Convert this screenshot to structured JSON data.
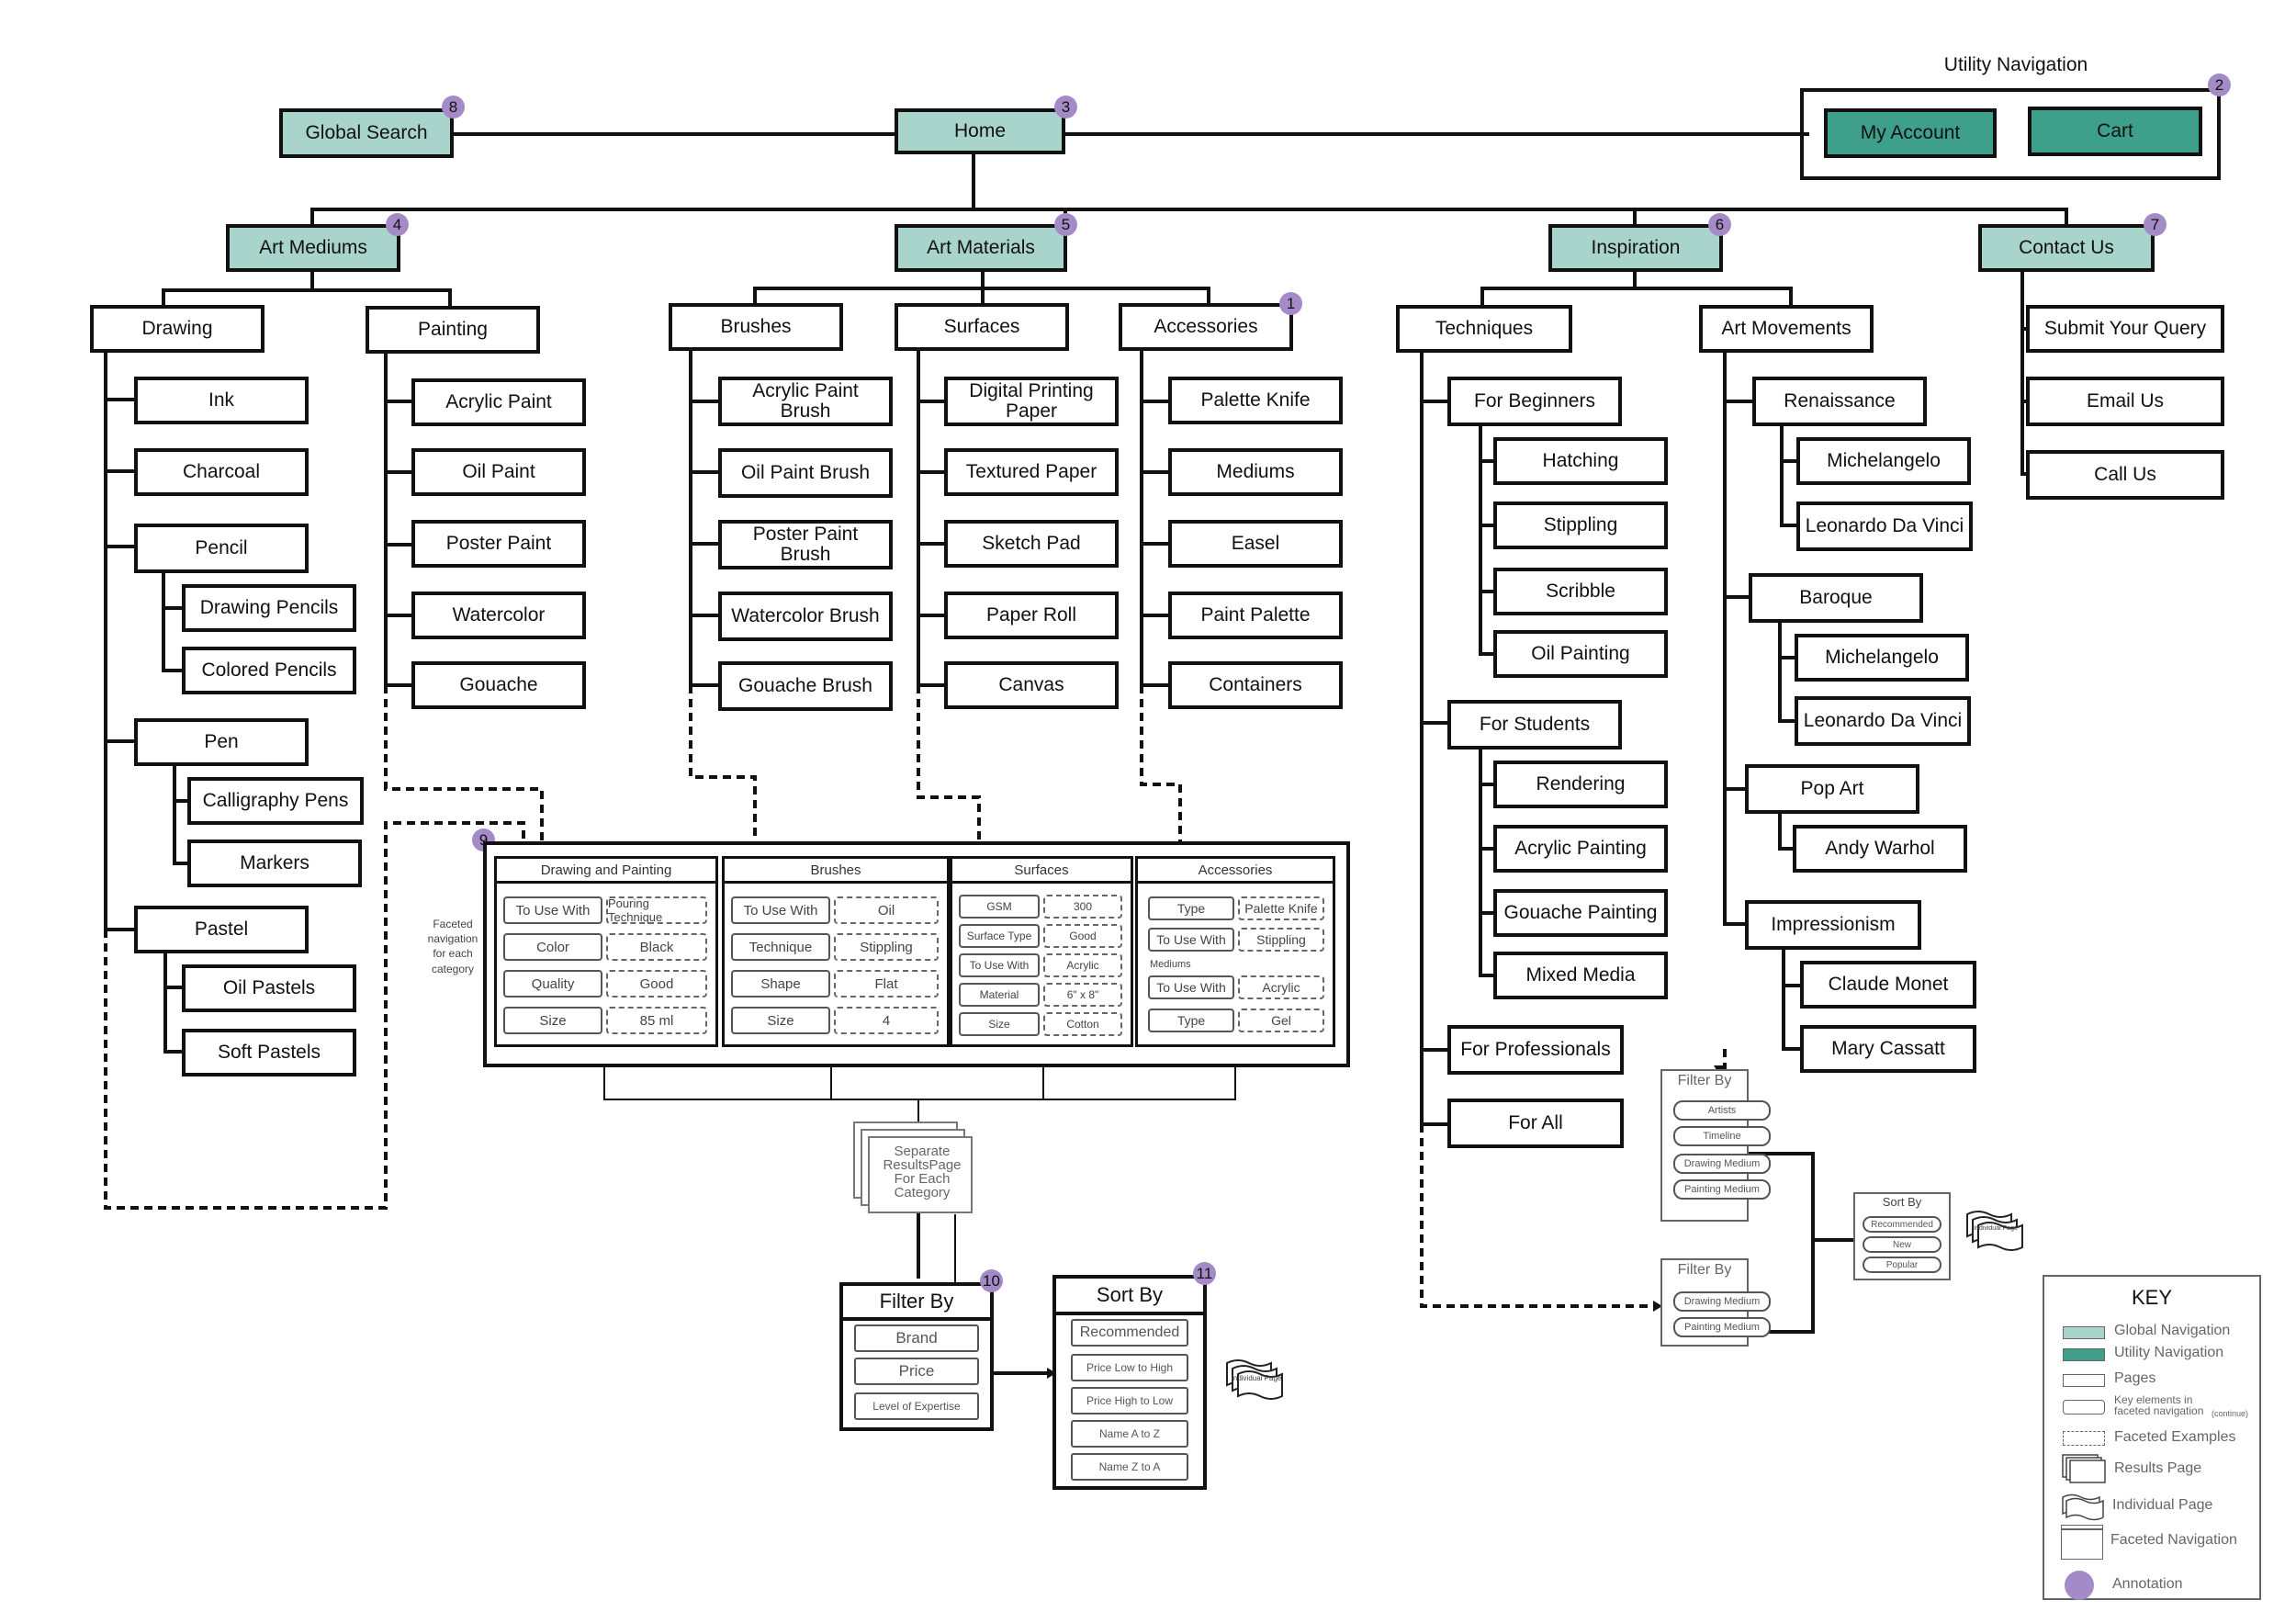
{
  "nodes": {
    "home": "Home",
    "global_search": "Global Search",
    "utility_nav_title": "Utility Navigation",
    "my_account": "My Account",
    "cart": "Cart",
    "art_mediums": "Art Mediums",
    "art_materials": "Art Materials",
    "inspiration": "Inspiration",
    "contact_us": "Contact Us",
    "drawing": "Drawing",
    "painting": "Painting",
    "ink": "Ink",
    "charcoal": "Charcoal",
    "pencil": "Pencil",
    "drawing_pencils": "Drawing Pencils",
    "colored_pencils": "Colored Pencils",
    "pen": "Pen",
    "calligraphy_pens": "Calligraphy Pens",
    "markers": "Markers",
    "pastel": "Pastel",
    "oil_pastels": "Oil Pastels",
    "soft_pastels": "Soft Pastels",
    "acrylic_paint": "Acrylic Paint",
    "oil_paint": "Oil Paint",
    "poster_paint": "Poster Paint",
    "watercolor": "Watercolor",
    "gouache": "Gouache",
    "brushes": "Brushes",
    "surfaces": "Surfaces",
    "accessories": "Accessories",
    "acrylic_paint_brush": "Acrylic Paint Brush",
    "oil_paint_brush": "Oil Paint Brush",
    "poster_paint_brush": "Poster Paint Brush",
    "watercolor_brush": "Watercolor Brush",
    "gouache_brush": "Gouache Brush",
    "digital_printing_paper": "Digital Printing Paper",
    "textured_paper": "Textured Paper",
    "sketch_pad": "Sketch Pad",
    "paper_roll": "Paper Roll",
    "canvas": "Canvas",
    "palette_knife": "Palette Knife",
    "mediums": "Mediums",
    "easel": "Easel",
    "paint_palette": "Paint Palette",
    "containers": "Containers",
    "techniques": "Techniques",
    "for_beginners": "For Beginners",
    "hatching": "Hatching",
    "stippling": "Stippling",
    "scribble": "Scribble",
    "oil_painting": "Oil Painting",
    "for_students": "For Students",
    "rendering": "Rendering",
    "acrylic_painting": "Acrylic Painting",
    "gouache_painting": "Gouache Painting",
    "mixed_media": "Mixed Media",
    "for_professionals": "For Professionals",
    "for_all": "For All",
    "art_movements": "Art Movements",
    "renaissance": "Renaissance",
    "michelangelo": "Michelangelo",
    "leonardo": "Leonardo Da Vinci",
    "baroque": "Baroque",
    "pop_art": "Pop Art",
    "andy_warhol": "Andy Warhol",
    "impressionism": "Impressionism",
    "claude_monet": "Claude Monet",
    "mary_cassatt": "Mary Cassatt",
    "submit_query": "Submit Your Query",
    "email_us": "Email Us",
    "call_us": "Call Us"
  },
  "annotations": {
    "a1": "1",
    "a2": "2",
    "a3": "3",
    "a4": "4",
    "a5": "5",
    "a6": "6",
    "a7": "7",
    "a8": "8",
    "a9": "9",
    "a10": "10",
    "a11": "11"
  },
  "faceted": {
    "note": "Faceted navigation for each category",
    "drawing_painting": {
      "title": "Drawing and Painting",
      "rows": [
        [
          "To Use With",
          "Pouring Technique"
        ],
        [
          "Color",
          "Black"
        ],
        [
          "Quality",
          "Good"
        ],
        [
          "Size",
          "85 ml"
        ]
      ]
    },
    "brushes": {
      "title": "Brushes",
      "rows": [
        [
          "To Use With",
          "Oil"
        ],
        [
          "Technique",
          "Stippling"
        ],
        [
          "Shape",
          "Flat"
        ],
        [
          "Size",
          "4"
        ]
      ]
    },
    "surfaces": {
      "title": "Surfaces",
      "rows": [
        [
          "GSM",
          "300"
        ],
        [
          "Surface Type",
          "Good"
        ],
        [
          "To Use With",
          "Acrylic"
        ],
        [
          "Material",
          "6\" x 8\""
        ],
        [
          "Size",
          "Cotton"
        ]
      ]
    },
    "accessories": {
      "title": "Accessories",
      "rows": [
        [
          "Type",
          "Palette Knife"
        ],
        [
          "To Use With",
          "Stippling"
        ],
        [
          "Type",
          "Gel"
        ]
      ],
      "mediums_label": "Mediums",
      "mediums_row": [
        "To Use With",
        "Acrylic"
      ]
    }
  },
  "results_note": "Separate ResultsPage For Each Category",
  "filter_main": {
    "title": "Filter By",
    "options": [
      "Brand",
      "Price",
      "Level of Expertise"
    ]
  },
  "sort_main": {
    "title": "Sort By",
    "options": [
      "Recommended",
      "Price Low to High",
      "Price High to Low",
      "Name A to Z",
      "Name Z to A"
    ]
  },
  "individual_page_label": "Individual Page",
  "filter_artists": {
    "title": "Filter By",
    "options": [
      "Artists",
      "Timeline",
      "Drawing Medium",
      "Painting Medium"
    ]
  },
  "filter_techniques": {
    "title": "Filter By",
    "options": [
      "Drawing Medium",
      "Painting Medium"
    ]
  },
  "sort_small": {
    "title": "Sort By",
    "options": [
      "Recommended",
      "New",
      "Popular"
    ]
  },
  "key": {
    "title": "KEY",
    "items": [
      "Global Navigation",
      "Utility Navigation",
      "Pages",
      "Key elements in faceted navigation",
      "(continue)",
      "Faceted Examples",
      "Results Page",
      "Individual Page",
      "Faceted Navigation",
      "Annotation"
    ]
  },
  "colors": {
    "global_nav": "#a9d4cb",
    "utility_nav": "#3e9f8a",
    "annotation": "#a48ac7"
  }
}
